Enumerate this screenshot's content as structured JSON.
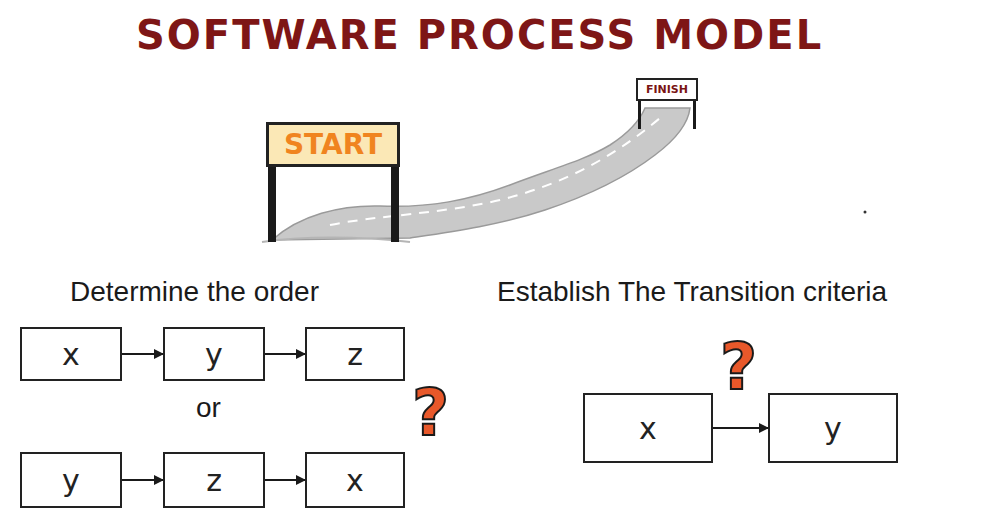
{
  "diagram": {
    "title": "SOFTWARE PROCESS MODEL",
    "nodes": [
      {
        "text": [
          "START"
        ]
      },
      {
        "text": [
          "FINISH"
        ]
      },
      {
        "text": [
          "x"
        ]
      },
      {
        "text": [
          "y"
        ]
      },
      {
        "text": [
          "z"
        ]
      },
      {
        "text": [
          "y"
        ]
      },
      {
        "text": [
          "z"
        ]
      },
      {
        "text": [
          "x"
        ]
      },
      {
        "text": [
          "x"
        ]
      },
      {
        "text": [
          "y"
        ]
      }
    ],
    "edges": [
      {
        "from": 2,
        "to": 3,
        "arrow": "to"
      },
      {
        "from": 3,
        "to": 4,
        "arrow": "to"
      },
      {
        "from": 5,
        "to": 6,
        "arrow": "to"
      },
      {
        "from": 6,
        "to": 7,
        "arrow": "to"
      },
      {
        "from": 8,
        "to": 9,
        "arrow": "to"
      }
    ],
    "labels": [
      "Determine the order",
      "Establish The Transition criteria",
      "or",
      "?",
      "?"
    ]
  }
}
